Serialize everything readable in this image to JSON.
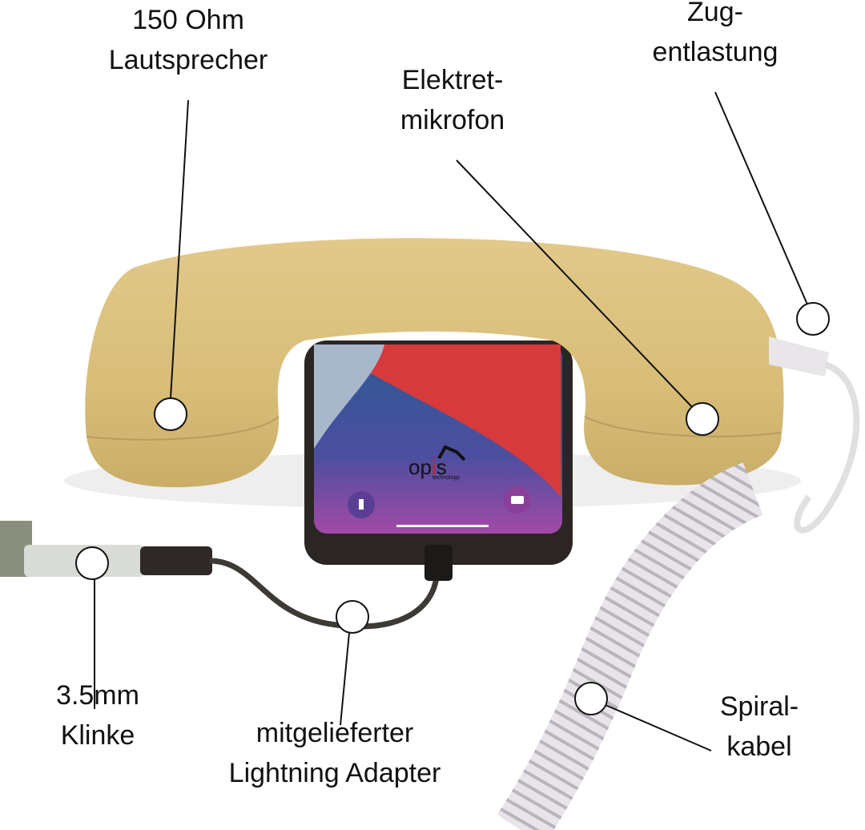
{
  "labels": {
    "speaker": {
      "line1": "150 Ohm",
      "line2": "Lautsprecher"
    },
    "strain_relief": {
      "line1": "Zug-",
      "line2": "entlastung"
    },
    "microphone": {
      "line1": "Elektret-",
      "line2": "mikrofon"
    },
    "jack": {
      "line1": "3.5mm",
      "line2": "Klinke"
    },
    "adapter": {
      "line1": "mitgelieferter",
      "line2": "Lightning Adapter"
    },
    "coil_cable": {
      "line1": "Spiral-",
      "line2": "kabel"
    }
  },
  "logo": {
    "text": "opis",
    "subtext": "technology"
  },
  "colors": {
    "handset": "#d9bf7c",
    "phone_body": "#2b2624",
    "wallpaper_red": "#d63a3c",
    "wallpaper_blue": "#1f4f86",
    "wallpaper_purple": "#8b4aa3"
  }
}
